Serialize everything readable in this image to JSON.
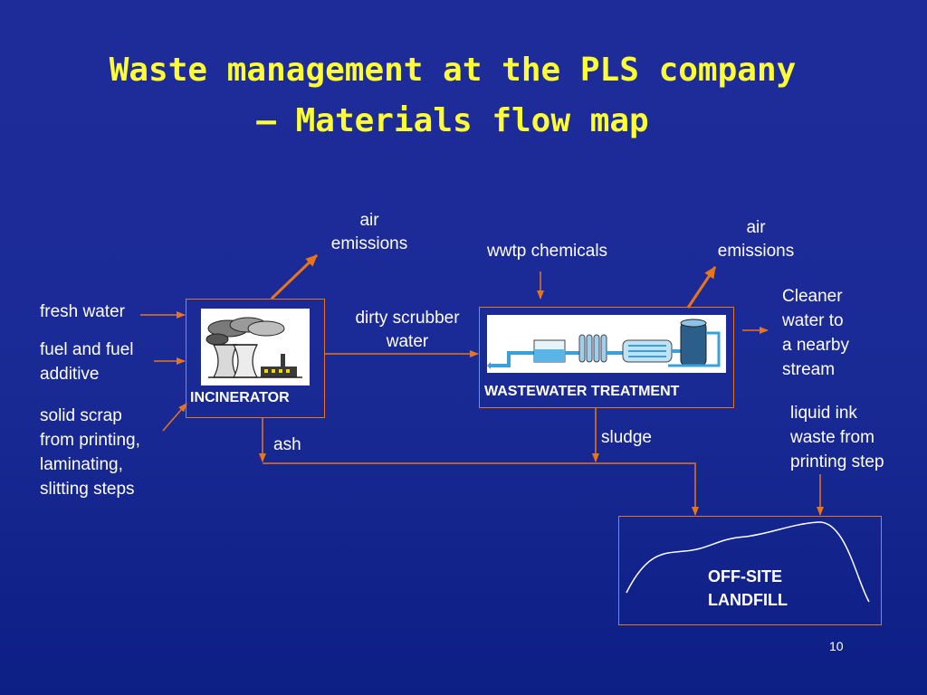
{
  "title": {
    "line1": "Waste management at the PLS company",
    "line2": "— Materials flow map"
  },
  "inputs": {
    "fresh_water": "fresh water",
    "fuel_line1": "fuel and fuel",
    "fuel_line2": "additive",
    "scrap_line1": "solid scrap",
    "scrap_line2": "from printing,",
    "scrap_line3": "laminating,",
    "scrap_line4": "slitting steps"
  },
  "incinerator": {
    "label": "INCINERATOR",
    "air_line1": "air",
    "air_line2": "emissions",
    "ash": "ash"
  },
  "flow": {
    "scrubber_line1": "dirty scrubber",
    "scrubber_line2": "water"
  },
  "wastewater": {
    "label": "WASTEWATER TREATMENT",
    "chemicals": "wwtp chemicals",
    "air_line1": "air",
    "air_line2": "emissions",
    "sludge": "sludge",
    "clean_line1": "Cleaner",
    "clean_line2": "water to",
    "clean_line3": "a nearby",
    "clean_line4": "stream"
  },
  "liquid_ink": {
    "line1": "liquid ink",
    "line2": "waste from",
    "line3": "printing step"
  },
  "landfill": {
    "line1": "OFF-SITE",
    "line2": "LANDFILL"
  },
  "page_number": "10",
  "colors": {
    "background": "#1a2a95",
    "title": "#ffff33",
    "arrow": "#e8751a",
    "text": "#ffffff"
  }
}
